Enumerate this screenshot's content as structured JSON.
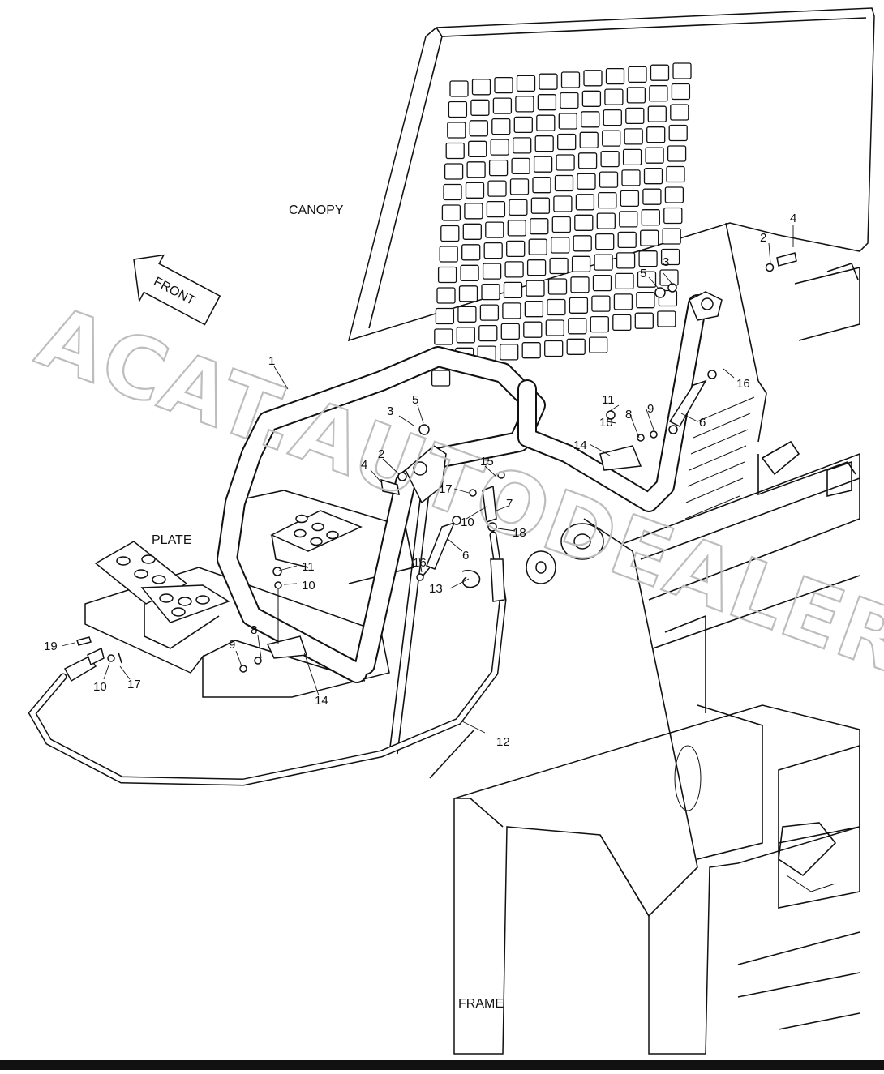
{
  "diagram": {
    "labels": {
      "canopy": "CANOPY",
      "front": "FRONT",
      "plate": "PLATE",
      "frame": "FRAME"
    },
    "watermark": "ACAT.AUTODEALER.RU",
    "callouts": {
      "c1": "1",
      "c2a": "2",
      "c2b": "2",
      "c3a": "3",
      "c3b": "3",
      "c4a": "4",
      "c4b": "4",
      "c5a": "5",
      "c5b": "5",
      "c6a": "6",
      "c6b": "6",
      "c7": "7",
      "c8a": "8",
      "c8b": "8",
      "c9a": "9",
      "c9b": "9",
      "c10a": "10",
      "c10b": "10",
      "c10c": "10",
      "c10d": "10",
      "c11a": "11",
      "c11b": "11",
      "c12": "12",
      "c13": "13",
      "c14a": "14",
      "c14b": "14",
      "c15": "15",
      "c16a": "16",
      "c16b": "16",
      "c17a": "17",
      "c17b": "17",
      "c18": "18",
      "c19": "19"
    }
  }
}
